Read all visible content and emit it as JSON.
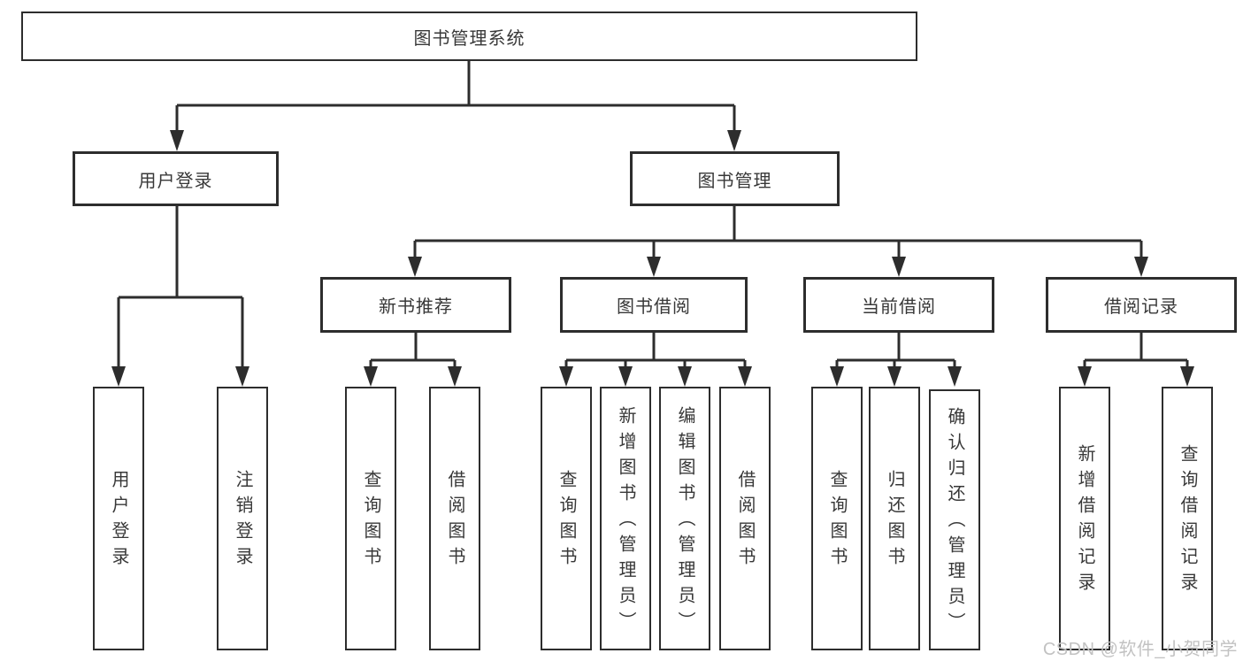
{
  "diagram": {
    "type": "tree-diagram",
    "watermark": "CSDN @软件_小贺同学",
    "colors": {
      "line": "#2d2d2d",
      "border": "#2d2d2d",
      "text": "#383838",
      "watermark": "#c2c2c2",
      "background": "#ffffff"
    },
    "nodes": {
      "root": {
        "label": "图书管理系统"
      },
      "user_login": {
        "label": "用户登录"
      },
      "book_mgmt": {
        "label": "图书管理"
      },
      "new_book_rec": {
        "label": "新书推荐"
      },
      "book_borrow": {
        "label": "图书借阅"
      },
      "current_borrow": {
        "label": "当前借阅"
      },
      "borrow_record": {
        "label": "借阅记录"
      },
      "ul_user_login": {
        "label": "用户登录"
      },
      "ul_logout": {
        "label": "注销登录"
      },
      "nb_query_book": {
        "label": "查询图书"
      },
      "nb_borrow_book": {
        "label": "借阅图书"
      },
      "bb_query_book": {
        "label": "查询图书"
      },
      "bb_add_book": {
        "label": "新增图书（管理员）"
      },
      "bb_edit_book": {
        "label": "编辑图书（管理员）"
      },
      "bb_borrow_book": {
        "label": "借阅图书"
      },
      "cb_query_book": {
        "label": "查询图书"
      },
      "cb_return_book": {
        "label": "归还图书"
      },
      "cb_confirm_return": {
        "label": "确认归还（管理员）"
      },
      "br_add_record": {
        "label": "新增借阅记录"
      },
      "br_query_record": {
        "label": "查询借阅记录"
      }
    },
    "structure": {
      "图书管理系统": {
        "用户登录": [
          "用户登录",
          "注销登录"
        ],
        "图书管理": {
          "新书推荐": [
            "查询图书",
            "借阅图书"
          ],
          "图书借阅": [
            "查询图书",
            "新增图书（管理员）",
            "编辑图书（管理员）",
            "借阅图书"
          ],
          "当前借阅": [
            "查询图书",
            "归还图书",
            "确认归还（管理员）"
          ],
          "借阅记录": [
            "新增借阅记录",
            "查询借阅记录"
          ]
        }
      }
    }
  }
}
